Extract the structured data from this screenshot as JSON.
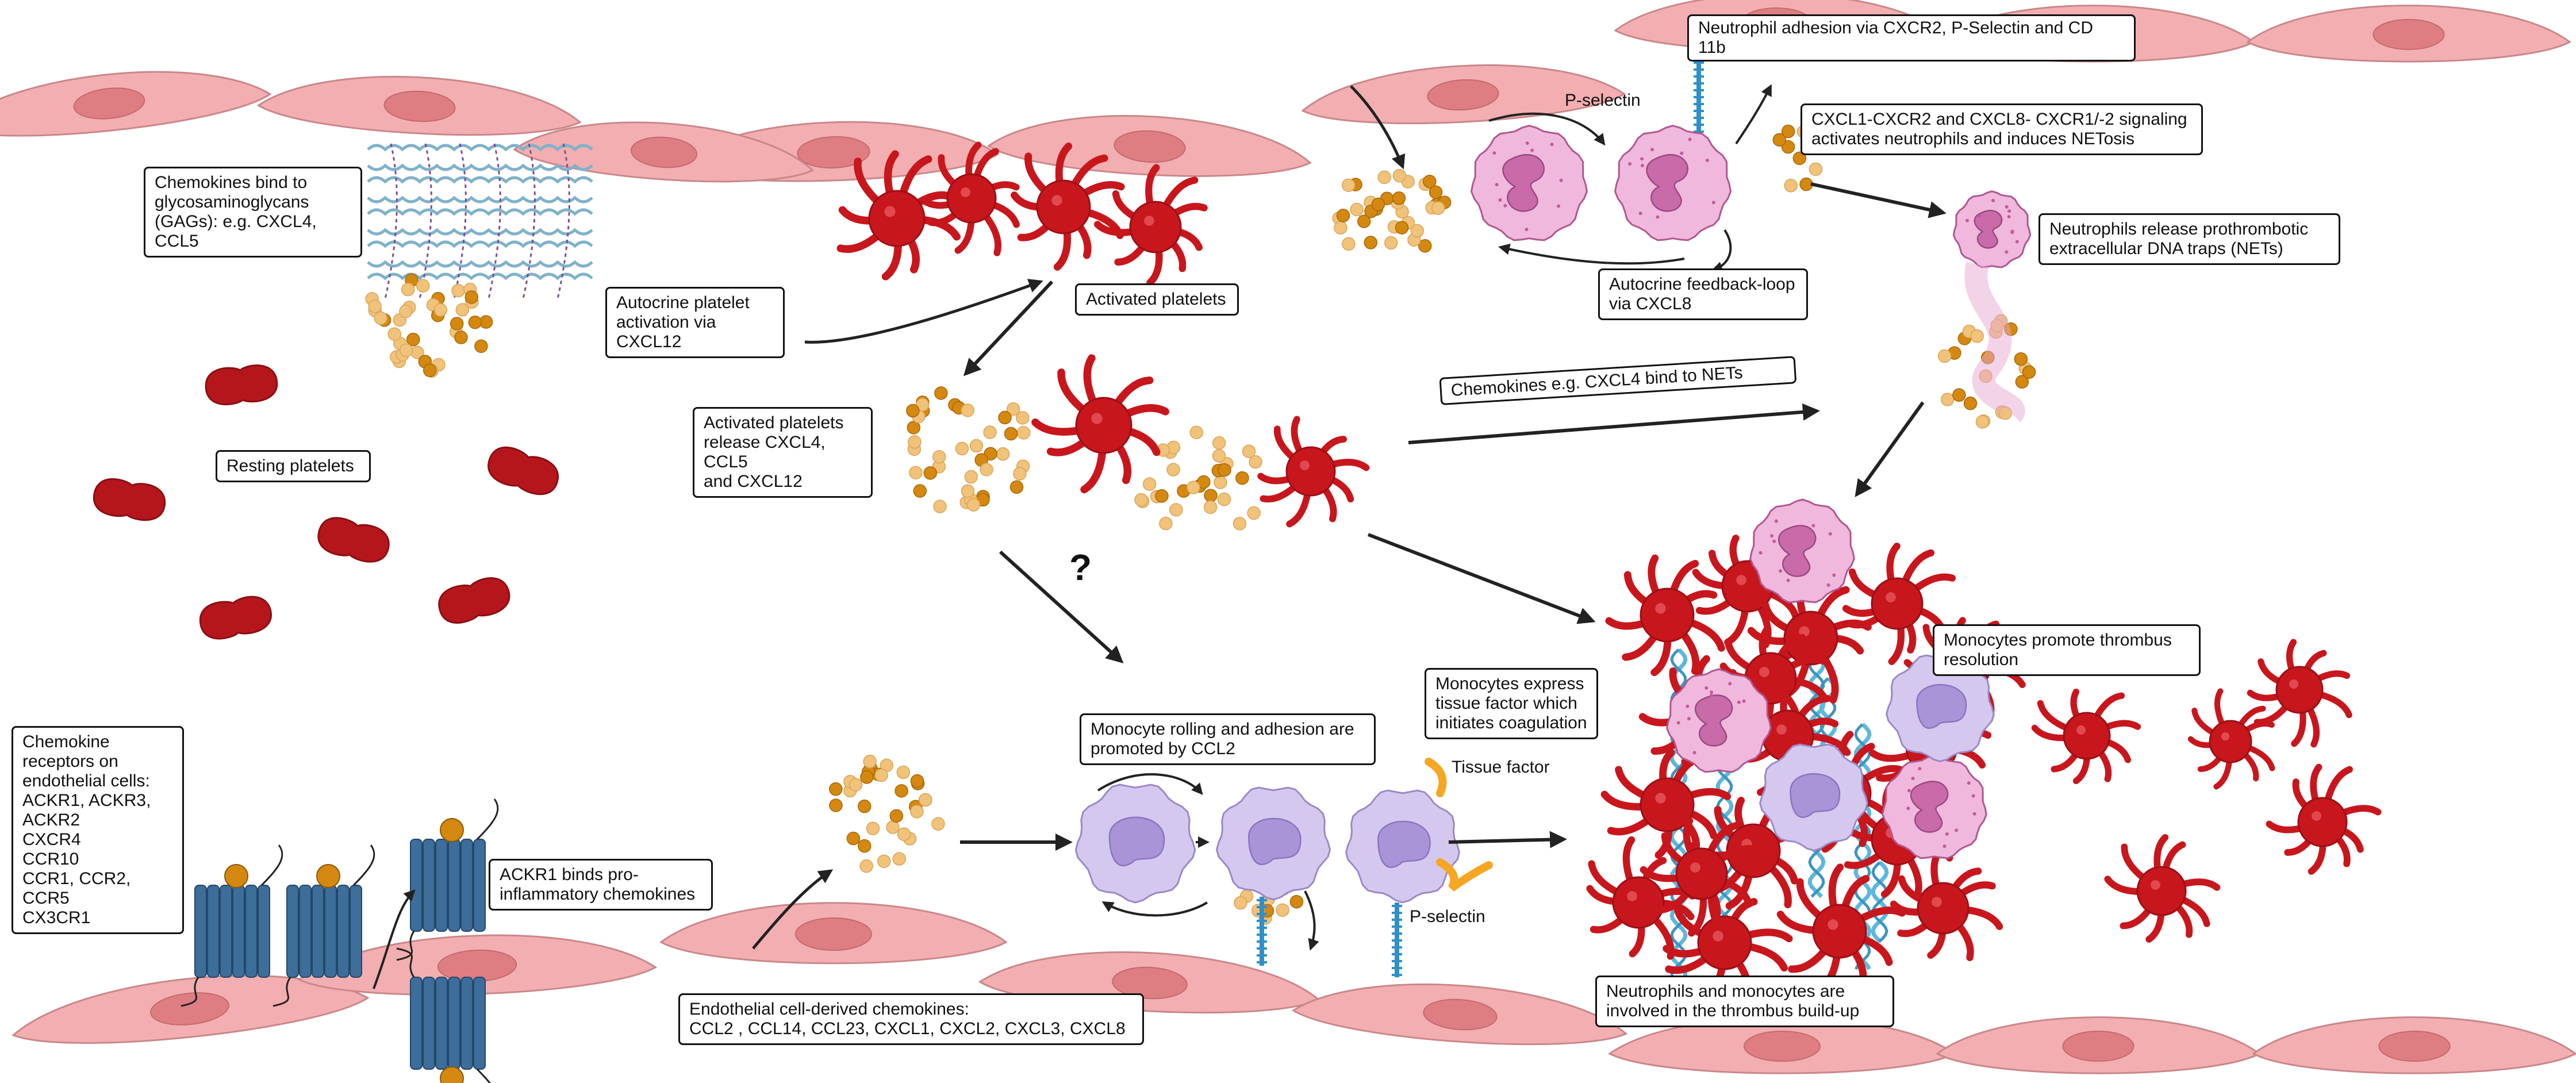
{
  "labels": {
    "chemokines_gags": "Chemokines bind to\nglycosaminoglycans\n(GAGs): e.g. CXCL4, CCL5",
    "resting_platelets": "Resting platelets",
    "autocrine_platelet": "Autocrine platelet\nactivation via CXCL12",
    "activated_platelets": "Activated platelets",
    "activated_release": "Activated platelets\nrelease CXCL4, CCL5\nand CXCL12",
    "neutrophil_adhesion": "Neutrophil adhesion via CXCR2, P-Selectin and CD 11b",
    "p_selectin_top": "P-selectin",
    "cxcl_signaling": "CXCL1-CXCR2 and CXCL8- CXCR1/-2 signaling\nactivates neutrophils and induces NETosis",
    "nets_release": "Neutrophils release prothrombotic\nextracellular DNA traps (NETs)",
    "autocrine_feedback": "Autocrine feedback-loop\nvia CXCL8",
    "chemokines_nets": "Chemokines e.g. CXCL4 bind to NETs",
    "question_mark": "?",
    "monocytes_resolution": "Monocytes promote thrombus\nresolution",
    "monocytes_tissue_factor": "Monocytes express\ntissue factor which\ninitiates coagulation",
    "tissue_factor": "Tissue factor",
    "monocyte_rolling": "Monocyte  rolling and adhesion are\npromoted by CCL2",
    "p_selectin_bottom": "P-selectin",
    "chemokine_receptors": "Chemokine\nreceptors on\nendothelial cells:\nACKR1, ACKR3,\nACKR2\nCXCR4\nCCR10\nCCR1, CCR2, CCR5\nCX3CR1",
    "ackr1": "ACKR1 binds pro-\ninflammatory chemokines",
    "endothelial_chemokines": "Endothelial cell-derived chemokines:\nCCL2 , CCL14, CCL23, CXCL1, CXCL2, CXCL3, CXCL8",
    "thrombus_buildup": "Neutrophils and monocytes are\ninvolved in the thrombus build-up"
  },
  "colors": {
    "endothelium": "#f2aeb0",
    "endothelium_nucleus": "#de7e82",
    "platelet_active": "#c8161d",
    "platelet_resting": "#b5161c",
    "chemokine_light": "#f0c27a",
    "chemokine_dark": "#d4880f",
    "neutrophil": "#f0b8dc",
    "neutrophil_nucleus": "#c96aa9",
    "monocyte": "#d5c8ee",
    "monocyte_nucleus": "#a894d6",
    "receptor": "#3d6d99",
    "adhesion_molecule": "#2f8fc9",
    "dna": "#5eb7dc",
    "tissue_factor": "#f5a623",
    "arrow": "#222222"
  }
}
